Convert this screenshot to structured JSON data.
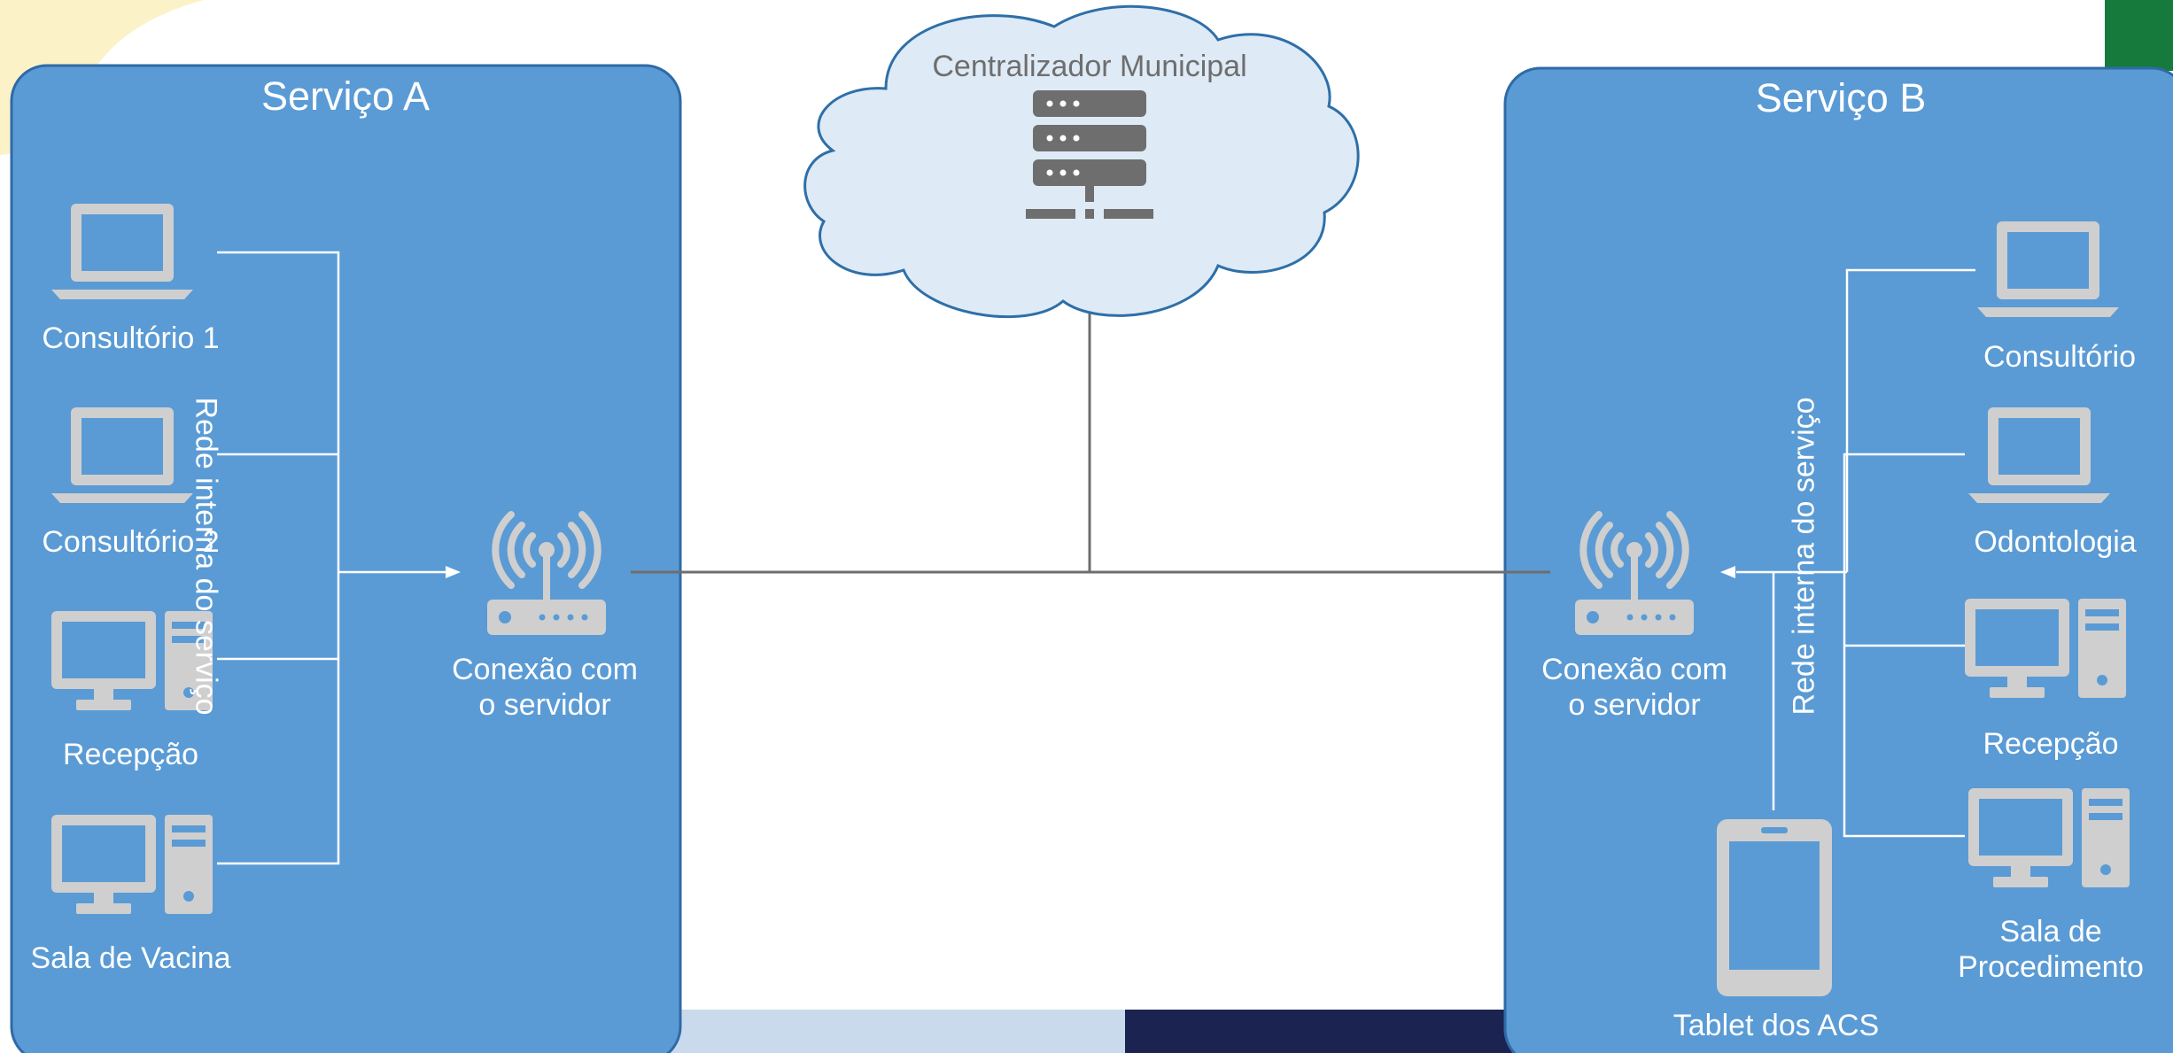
{
  "colors": {
    "panel_fill": "#5a9bd5",
    "panel_stroke": "#2f6aa6",
    "device_gray": "#cfcfcf",
    "cloud_fill": "#deeaf6",
    "cloud_stroke": "#2e6fa8",
    "server_gray": "#6e6e6e",
    "line_gray": "#6e6e6e",
    "bg_yellow": "#fbf3c7",
    "bg_green": "#157a3c",
    "bg_navy": "#1b2350",
    "bg_light_blue": "#c9daec"
  },
  "cloud": {
    "label": "Centralizador Municipal",
    "icon": "server-rack-icon"
  },
  "service_a": {
    "title": "Serviço A",
    "network_label": "Rede interna do serviço",
    "router": {
      "label_line1": "Conexão com",
      "label_line2": "o servidor",
      "icon": "wifi-router-icon"
    },
    "devices": [
      {
        "label": "Consultório 1",
        "icon": "laptop-icon"
      },
      {
        "label": "Consultório 2",
        "icon": "laptop-icon"
      },
      {
        "label": "Recepção",
        "icon": "desktop-computer-icon"
      },
      {
        "label": "Sala de Vacina",
        "icon": "desktop-computer-icon"
      }
    ]
  },
  "service_b": {
    "title": "Serviço B",
    "network_label": "Rede interna do serviço",
    "router": {
      "label_line1": "Conexão com",
      "label_line2": "o servidor",
      "icon": "wifi-router-icon"
    },
    "devices": [
      {
        "label": "Consultório",
        "icon": "laptop-icon"
      },
      {
        "label": "Odontologia",
        "icon": "laptop-icon"
      },
      {
        "label": "Recepção",
        "icon": "desktop-computer-icon"
      },
      {
        "label_line1": "Sala de",
        "label_line2": "Procedimento",
        "icon": "desktop-computer-icon"
      }
    ],
    "tablet": {
      "label": "Tablet dos ACS",
      "icon": "tablet-icon"
    }
  }
}
